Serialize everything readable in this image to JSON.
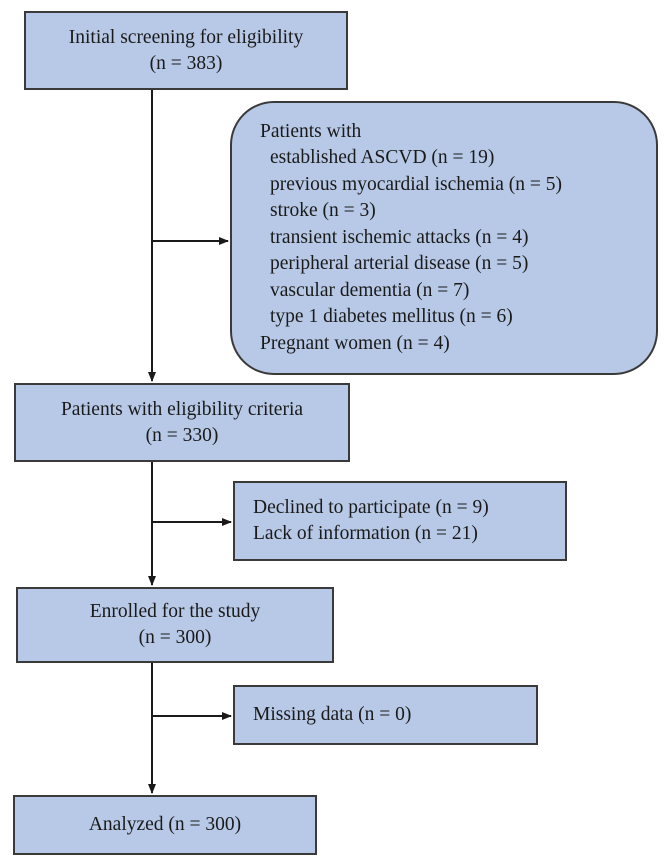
{
  "flow": {
    "screening": {
      "line1": "Initial screening for eligibility",
      "line2": "(n = 383)"
    },
    "exclusion1": {
      "header": "Patients with",
      "items": [
        "established ASCVD (n = 19)",
        "previous myocardial ischemia (n = 5)",
        "stroke (n = 3)",
        "transient ischemic attacks (n = 4)",
        "peripheral arterial disease (n = 5)",
        "vascular dementia (n = 7)",
        "type 1 diabetes mellitus (n = 6)"
      ],
      "footer": "Pregnant women (n = 4)"
    },
    "eligible": {
      "line1": "Patients with eligibility criteria",
      "line2": "(n = 330)"
    },
    "exclusion2": {
      "line1": "Declined to participate (n = 9)",
      "line2": "Lack of information (n = 21)"
    },
    "enrolled": {
      "line1": "Enrolled for the study",
      "line2": "(n = 300)"
    },
    "exclusion3": {
      "line1": "Missing data (n = 0)"
    },
    "analyzed": {
      "line1": "Analyzed (n = 300)"
    }
  },
  "colors": {
    "box_fill": "#b7c9e6",
    "box_border": "#3a3a3a",
    "arrow": "#1a1a1a"
  }
}
